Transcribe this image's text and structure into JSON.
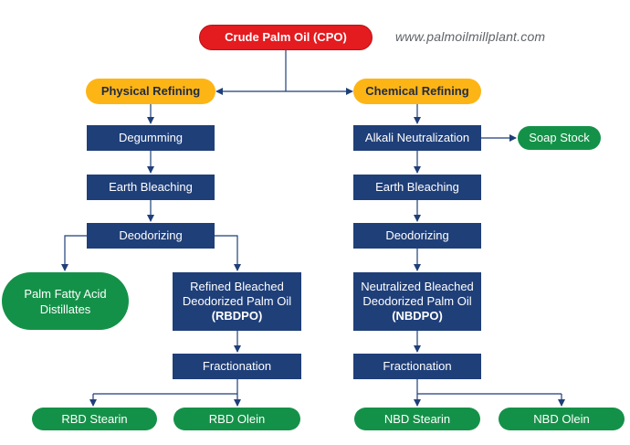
{
  "header": {
    "website": "www.palmoilmillplant.com"
  },
  "colors": {
    "start": "#e41b1f",
    "method": "#fdb515",
    "process": "#1f3f79",
    "product": "#149148",
    "connector": "#1f3f79"
  },
  "nodes": {
    "cpo": "Crude Palm Oil (CPO)",
    "physical": "Physical Refining",
    "chemical": "Chemical Refining",
    "p_degum": "Degumming",
    "p_bleach": "Earth Bleaching",
    "p_deodor": "Deodorizing",
    "pfad": "Palm Fatty Acid Distillates",
    "rbdpo_line1": "Refined Bleached",
    "rbdpo_line2": "Deodorized Palm Oil",
    "rbdpo_line3": "(RBDPO)",
    "p_fract": "Fractionation",
    "rbd_stearin": "RBD Stearin",
    "rbd_olein": "RBD Olein",
    "c_alkali": "Alkali Neutralization",
    "soap": "Soap Stock",
    "c_bleach": "Earth Bleaching",
    "c_deodor": "Deodorizing",
    "nbdpo_line1": "Neutralized Bleached",
    "nbdpo_line2": "Deodorized Palm Oil",
    "nbdpo_line3": "(NBDPO)",
    "c_fract": "Fractionation",
    "nbd_stearin": "NBD Stearin",
    "nbd_olein": "NBD Olein"
  }
}
